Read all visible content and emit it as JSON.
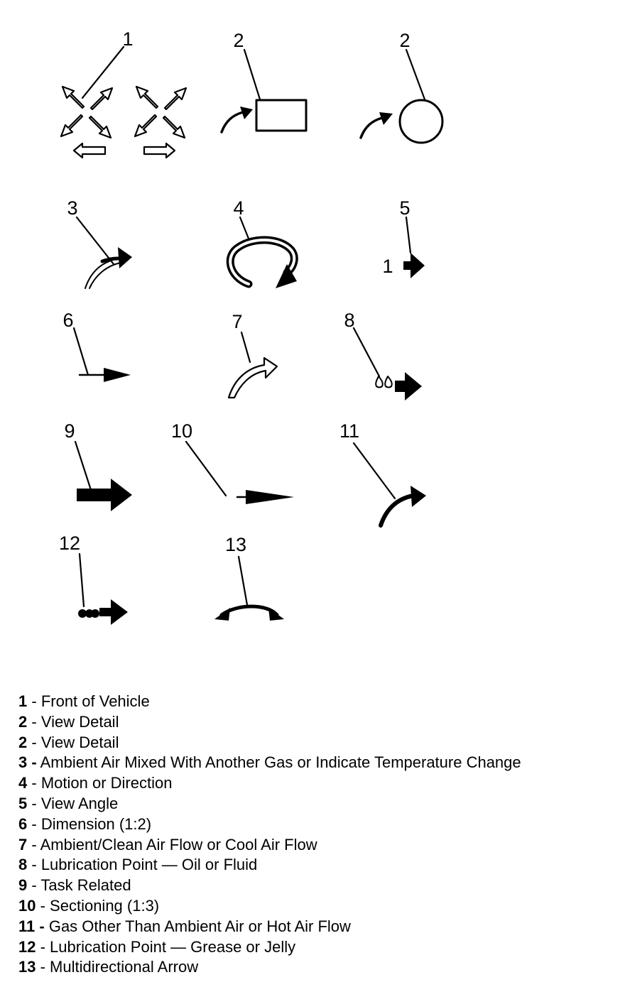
{
  "callouts": {
    "c1": "1",
    "c2a": "2",
    "c2b": "2",
    "c3": "3",
    "c4": "4",
    "c5": "5",
    "c6": "6",
    "c7": "7",
    "c8": "8",
    "c9": "9",
    "c10": "10",
    "c11": "11",
    "c12": "12",
    "c13": "13",
    "view_angle_marker": "1"
  },
  "symbols": [
    {
      "id": 1,
      "icon": "front-of-vehicle-arrows-icon"
    },
    {
      "id": 2,
      "icon": "view-detail-rectangle-icon"
    },
    {
      "id": 2,
      "icon": "view-detail-circle-icon"
    },
    {
      "id": 3,
      "icon": "ambient-air-mixed-arrow-icon"
    },
    {
      "id": 4,
      "icon": "motion-direction-circular-arrow-icon"
    },
    {
      "id": 5,
      "icon": "view-angle-arrow-icon"
    },
    {
      "id": 6,
      "icon": "dimension-arrow-icon"
    },
    {
      "id": 7,
      "icon": "clean-air-flow-arrow-icon"
    },
    {
      "id": 8,
      "icon": "lubrication-oil-arrow-icon"
    },
    {
      "id": 9,
      "icon": "task-related-arrow-icon"
    },
    {
      "id": 10,
      "icon": "sectioning-arrow-icon"
    },
    {
      "id": 11,
      "icon": "hot-air-flow-arrow-icon"
    },
    {
      "id": 12,
      "icon": "lubrication-grease-arrow-icon"
    },
    {
      "id": 13,
      "icon": "multidirectional-arrow-icon"
    }
  ],
  "legend": [
    {
      "num": "1",
      "sep": " - ",
      "text": "Front of Vehicle"
    },
    {
      "num": "2",
      "sep": " - ",
      "text": "View Detail"
    },
    {
      "num": "2",
      "sep": " - ",
      "text": "View Detail"
    },
    {
      "num": "3 -",
      "sep": " ",
      "text": "Ambient Air Mixed With Another Gas or Indicate Temperature Change"
    },
    {
      "num": "4",
      "sep": " - ",
      "text": "Motion or Direction"
    },
    {
      "num": "5",
      "sep": " - ",
      "text": "View Angle"
    },
    {
      "num": "6",
      "sep": " - ",
      "text": "Dimension (1:2)"
    },
    {
      "num": "7",
      "sep": " - ",
      "text": "Ambient/Clean Air Flow or Cool Air Flow"
    },
    {
      "num": "8",
      "sep": " - ",
      "text": "Lubrication Point — Oil or Fluid"
    },
    {
      "num": "9",
      "sep": " - ",
      "text": "Task Related"
    },
    {
      "num": "10",
      "sep": " - ",
      "text": "Sectioning (1:3)"
    },
    {
      "num": "11 -",
      "sep": " ",
      "text": "Gas Other Than Ambient Air or Hot Air Flow"
    },
    {
      "num": "12",
      "sep": " - ",
      "text": "Lubrication Point — Grease or Jelly"
    },
    {
      "num": "13",
      "sep": " - ",
      "text": "Multidirectional Arrow"
    }
  ]
}
